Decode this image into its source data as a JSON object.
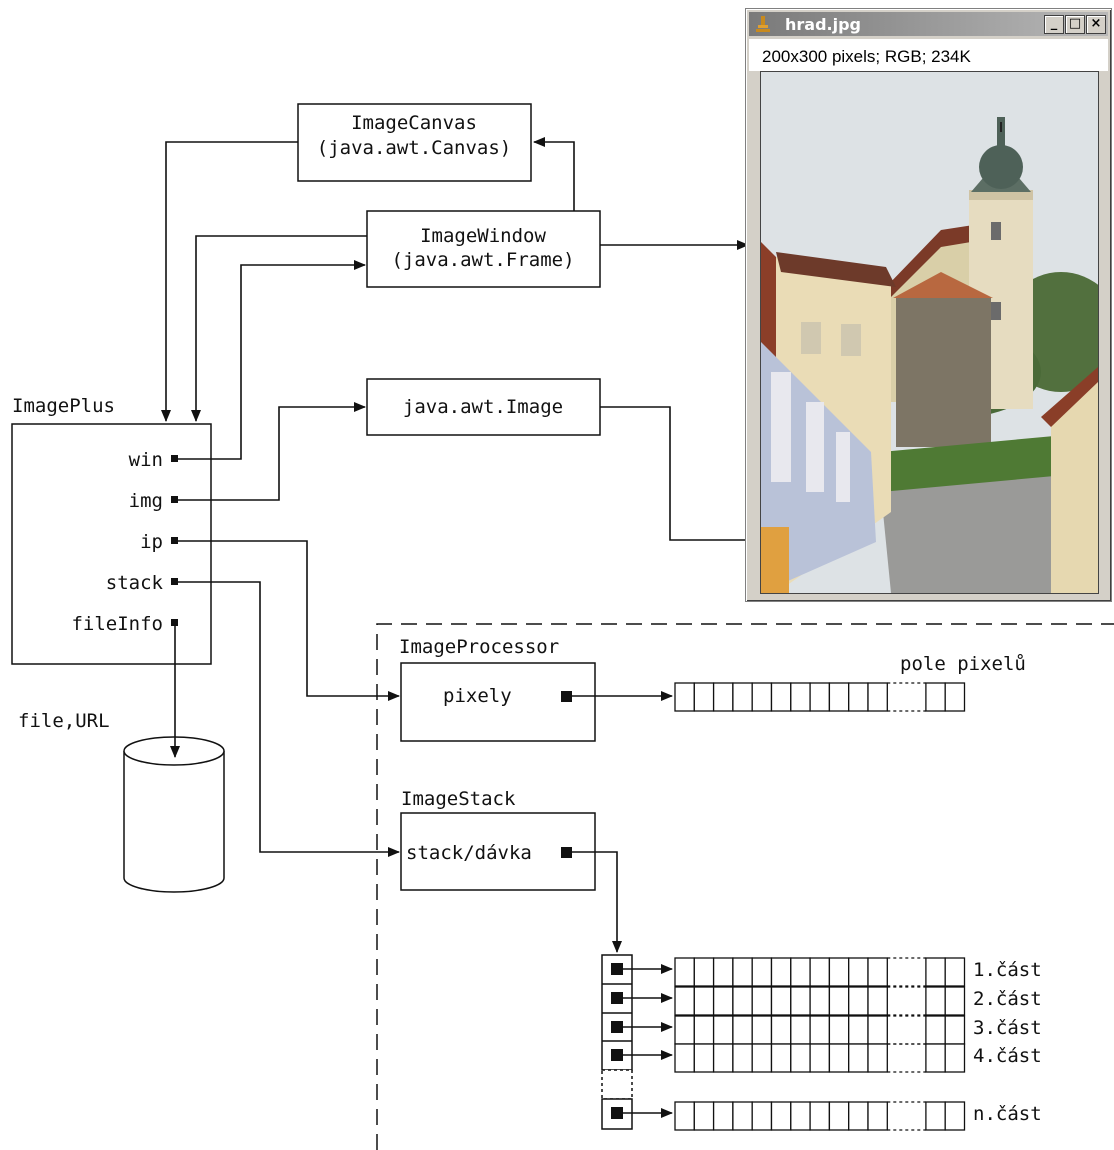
{
  "image_window": {
    "title": "hrad.jpg",
    "info": "200x300 pixels; RGB; 234K",
    "buttons": {
      "minimize": "_",
      "maximize": "□",
      "close": "×"
    }
  },
  "nodes": {
    "image_canvas": [
      "ImageCanvas",
      "(java.awt.Canvas)"
    ],
    "image_window": [
      "ImageWindow",
      "(java.awt.Frame)"
    ],
    "awt_image": "java.awt.Image",
    "image_plus": {
      "title": "ImagePlus",
      "fields": [
        "win",
        "img",
        "ip",
        "stack",
        "fileInfo"
      ]
    },
    "file_url": "file,URL",
    "image_processor": {
      "title": "ImageProcessor",
      "field": "pixely"
    },
    "pixel_array_label": "pole pixelů",
    "image_stack": {
      "title": "ImageStack",
      "field": "stack/dávka"
    },
    "slices": [
      "1.část",
      "2.část",
      "3.část",
      "4.část",
      "n.část"
    ]
  },
  "colors": {
    "line": "#111111",
    "window_chrome": "#d4d0c8",
    "titlebar": "#8a8a8a"
  }
}
